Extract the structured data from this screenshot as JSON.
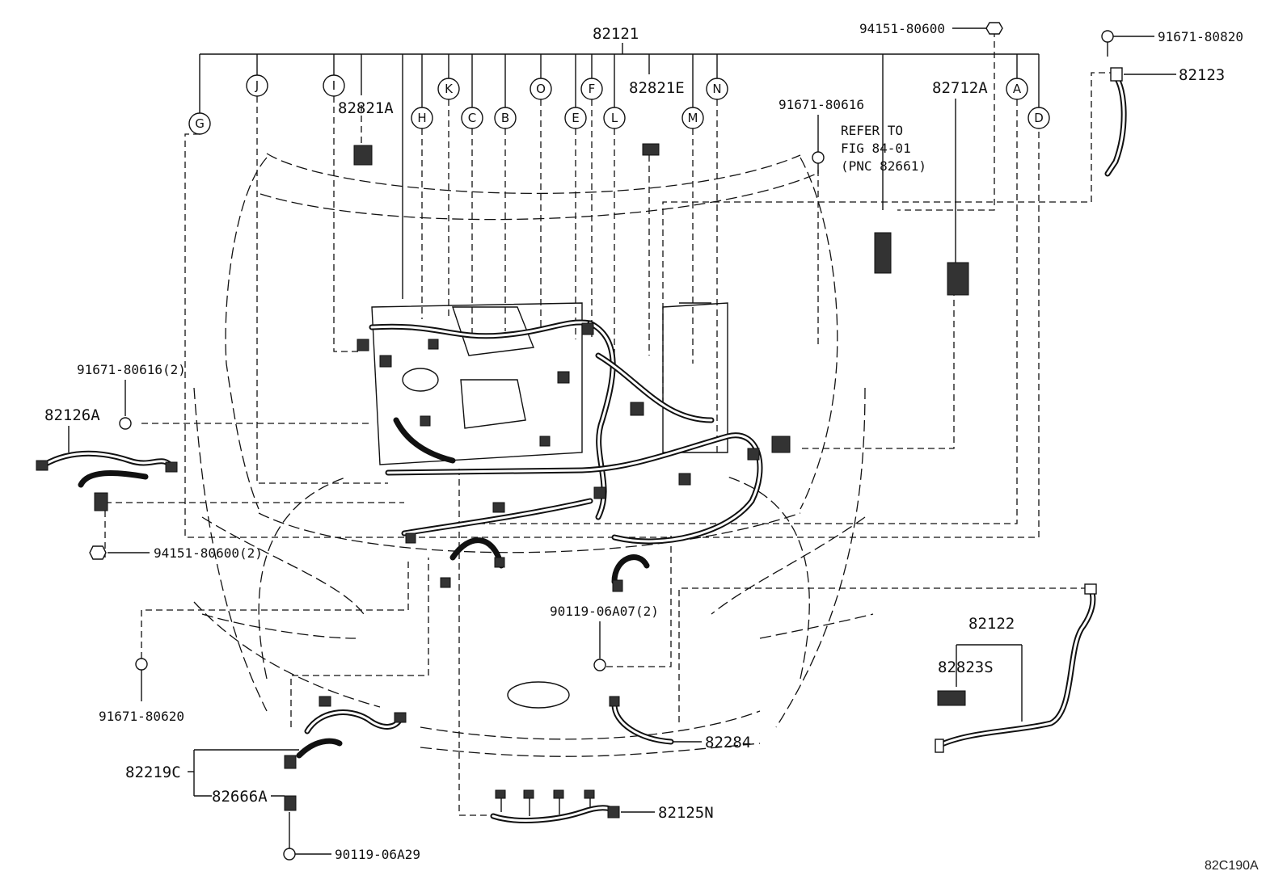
{
  "figure_id": "82C190A",
  "callouts": {
    "main_harness": "82121",
    "nut_top": "94151-80600",
    "bolt_top_right": "91671-80820",
    "bracket_top_right": "82123",
    "clamp_a": "82821A",
    "clamp_e": "82821E",
    "bolt_center": "91671-80616",
    "refer_line1": "REFER TO",
    "refer_line2": "FIG 84-01",
    "refer_line3": "(PNC 82661)",
    "relay_block": "82712A",
    "bolt_left_2": "91671-80616(2)",
    "harness_left": "82126A",
    "nut_left_2": "94151-80600(2)",
    "bolt_center_2": "90119-06A07(2)",
    "bolt_lower_left": "91671-80620",
    "harness_lower_left": "82219C",
    "protector_lower_left": "82666A",
    "bolt_bottom": "90119-06A29",
    "wire_lower_center": "82284",
    "harness_bottom": "82125N",
    "battery_cable": "82122",
    "clamp_s": "82823S"
  },
  "branch_letters": {
    "G": "G",
    "J": "J",
    "I": "I",
    "H": "H",
    "K": "K",
    "C": "C",
    "B": "B",
    "O": "O",
    "E": "E",
    "F": "F",
    "L": "L",
    "M": "M",
    "N": "N",
    "A": "A",
    "D": "D"
  },
  "icons": {
    "harness": "wire-harness-icon",
    "bolt": "bolt-icon",
    "nut": "nut-icon",
    "clamp": "clamp-icon",
    "connector": "connector-icon"
  }
}
